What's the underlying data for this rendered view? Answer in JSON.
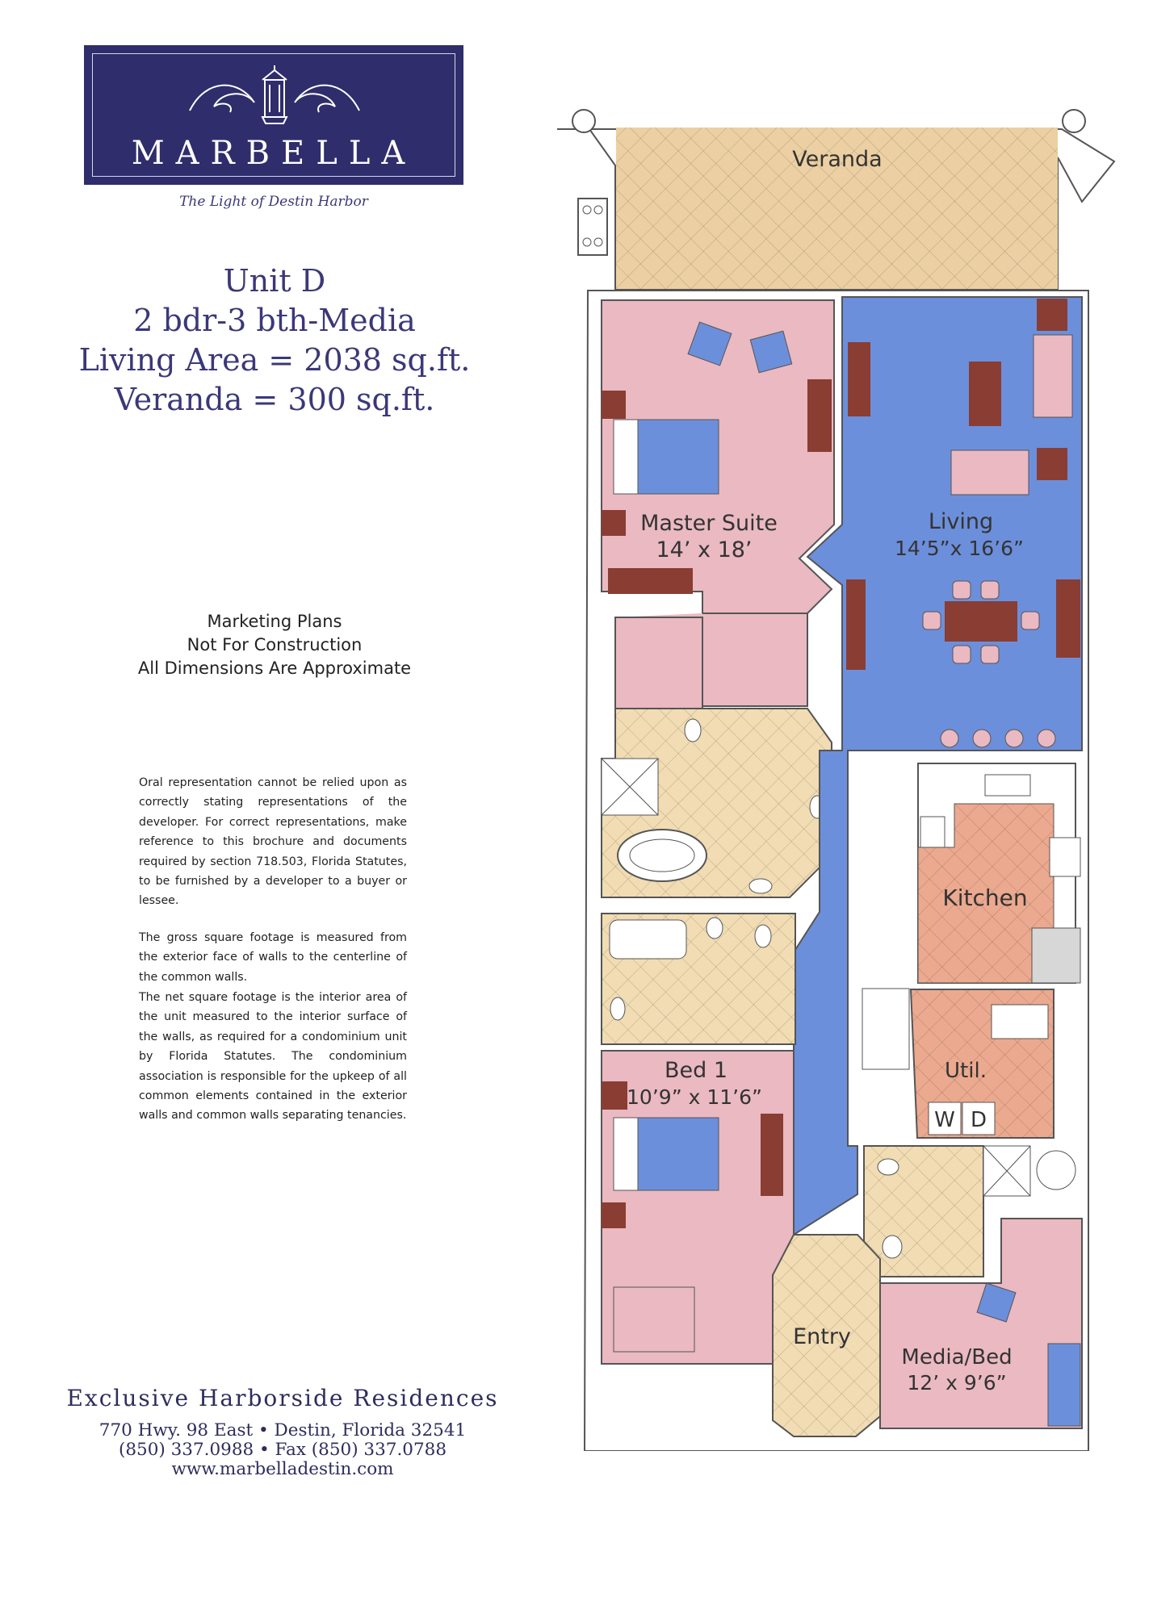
{
  "brand": {
    "name": "MARBELLA",
    "tagline": "The Light of Destin Harbor"
  },
  "unit": {
    "title": "Unit D",
    "config": "2 bdr-3 bth-Media",
    "living_area": "Living Area = 2038 sq.ft.",
    "veranda_area": "Veranda = 300 sq.ft."
  },
  "notice": [
    "Marketing Plans",
    "Not For Construction",
    "All Dimensions Are Approximate"
  ],
  "legal": {
    "oral": "Oral representation cannot be relied upon as correctly stating representations of the developer. For correct representations, make reference to this brochure and documents required by section 718.503, Florida Statutes, to be furnished by a developer to a buyer or lessee.",
    "gross": "The gross square footage is measured from the exterior face of walls to the centerline of the common walls.",
    "net": "The net square footage is the interior area of the unit measured to the interior surface of the walls, as required for a condominium unit by Florida Statutes. The condominium association is responsible for the upkeep of all common elements contained in the exterior walls and common walls separating tenancies."
  },
  "footer": {
    "heading": "Exclusive Harborside Residences",
    "address": "770 Hwy. 98 East • Destin, Florida 32541",
    "phone": "(850) 337.0988 • Fax (850) 337.0788",
    "web": "www.marbelladestin.com"
  },
  "rooms": {
    "veranda": "Veranda",
    "master_name": "Master Suite",
    "master_dim": "14’ x 18’",
    "living_name": "Living",
    "living_dim": "14’5”x 16’6”",
    "kitchen": "Kitchen",
    "util": "Util.",
    "washer": "W",
    "dryer": "D",
    "bed1_name": "Bed 1",
    "bed1_dim": "10’9” x 11’6”",
    "entry": "Entry",
    "media_name": "Media/Bed",
    "media_dim": "12’ x 9’6”"
  },
  "colors": {
    "navy": "#2f2d6b",
    "bedroom_pink": "#eab9c1",
    "living_blue": "#6c8fdb",
    "veranda_tan": "#ecd0a3",
    "bath_tile": "#f1dcb3",
    "kitchen_salmon": "#eba98f",
    "furniture_brown": "#8a3d33"
  }
}
